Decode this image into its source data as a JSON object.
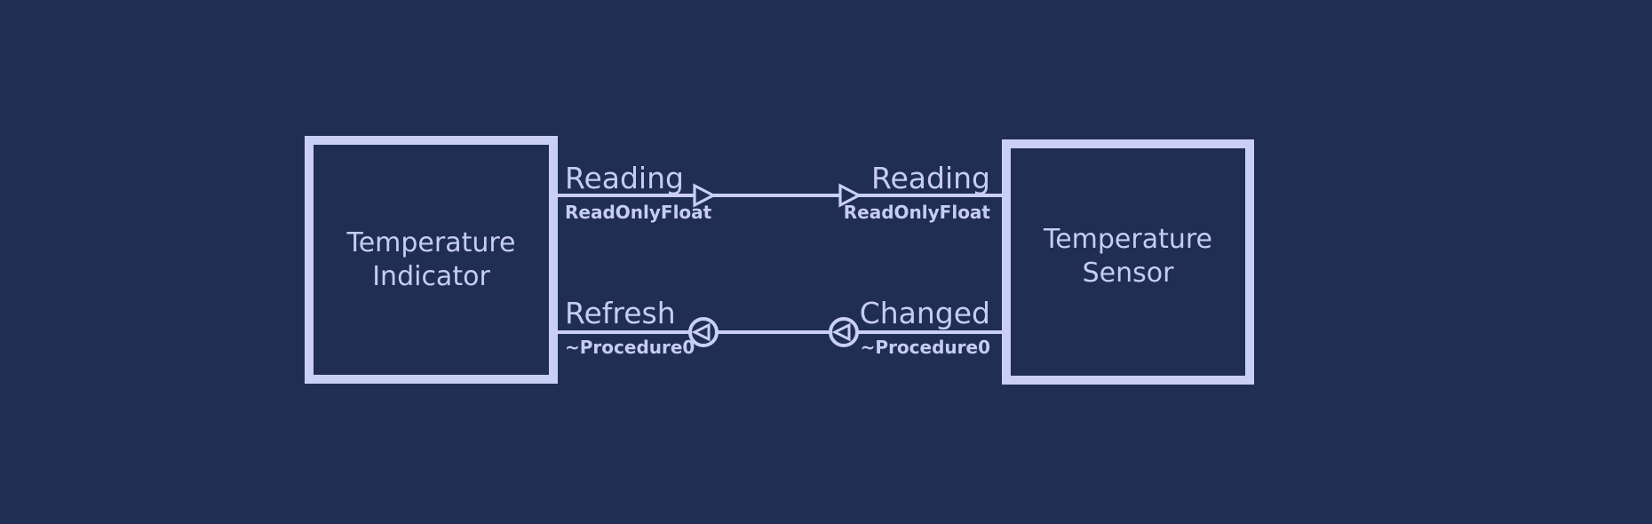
{
  "colors": {
    "background": "#202e54",
    "accent": "#cacff5",
    "text": "#c7ccf3"
  },
  "nodes": [
    {
      "title": "Temperature Indicator"
    },
    {
      "title": "Temperature Sensor"
    }
  ],
  "connections": [
    {
      "name_left": "Reading",
      "type_left": "ReadOnlyFloat",
      "name_right": "Reading",
      "type_right": "ReadOnlyFloat",
      "marker": "open-triangle-right",
      "direction": "right"
    },
    {
      "name_left": "Refresh",
      "type_left": "~Procedure0",
      "name_right": "Changed",
      "type_right": "~Procedure0",
      "marker": "circled-triangle-left",
      "direction": "left"
    }
  ]
}
